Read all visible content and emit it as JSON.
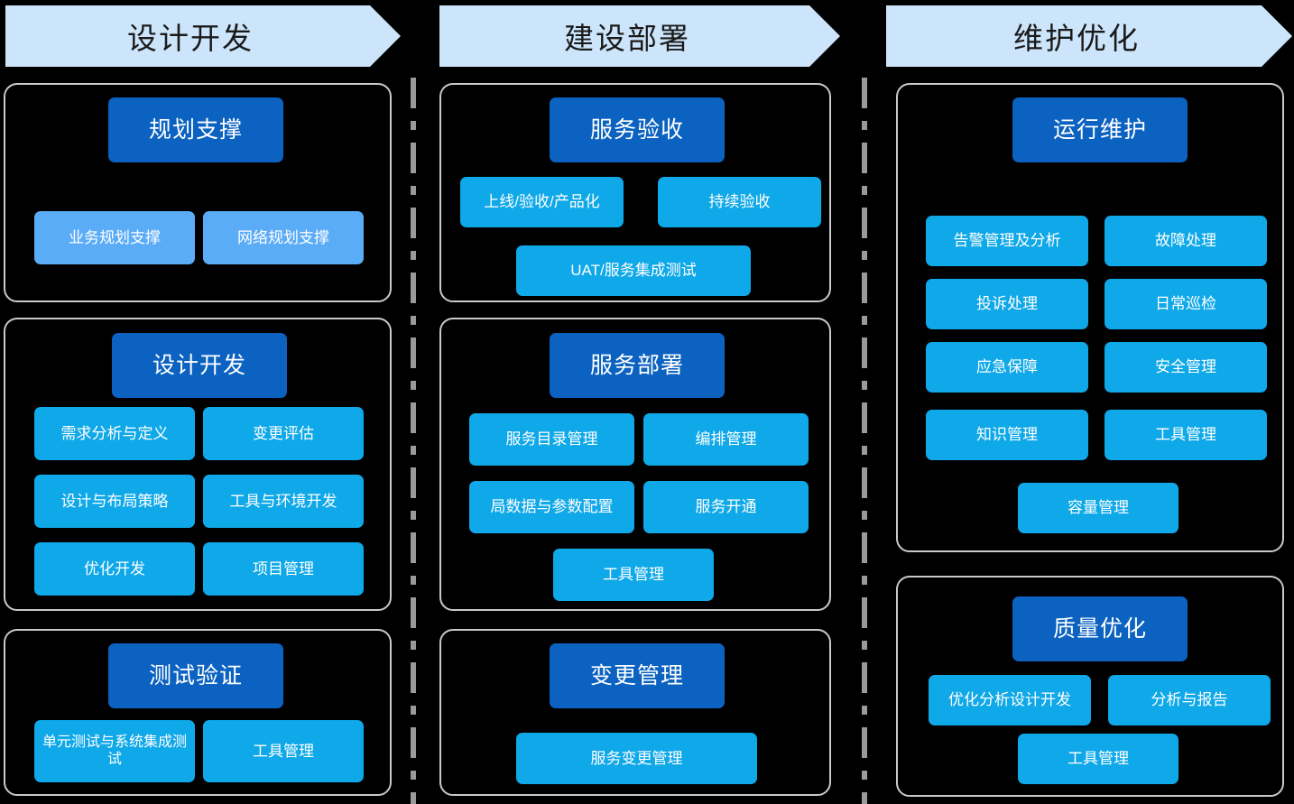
{
  "diagram": {
    "title_bar_color": "#CCE5FB",
    "header_box_color": "#0B62C0",
    "leaf_box_color": "#0FA8E8",
    "leaf_light_box_color": "#5BACF7",
    "panel_border_color": "#C9C9C9",
    "background_color": "#000000"
  },
  "columns": [
    {
      "phase": "设计开发",
      "groups": [
        {
          "title": "规划支撑",
          "items": [
            "业务规划支撑",
            "网络规划支撑"
          ]
        },
        {
          "title": "设计开发",
          "items": [
            "需求分析与定义",
            "变更评估",
            "设计与布局策略",
            "工具与环境开发",
            "优化开发",
            "项目管理"
          ]
        },
        {
          "title": "测试验证",
          "items": [
            "单元测试与系统集成测试",
            "工具管理"
          ]
        }
      ]
    },
    {
      "phase": "建设部署",
      "groups": [
        {
          "title": "服务验收",
          "items": [
            "上线/验收/产品化",
            "持续验收",
            "UAT/服务集成测试"
          ]
        },
        {
          "title": "服务部署",
          "items": [
            "服务目录管理",
            "编排管理",
            "局数据与参数配置",
            "服务开通",
            "工具管理"
          ]
        },
        {
          "title": "变更管理",
          "items": [
            "服务变更管理"
          ]
        }
      ]
    },
    {
      "phase": "维护优化",
      "groups": [
        {
          "title": "运行维护",
          "items": [
            "告警管理及分析",
            "故障处理",
            "投诉处理",
            "日常巡检",
            "应急保障",
            "安全管理",
            "知识管理",
            "工具管理",
            "容量管理"
          ]
        },
        {
          "title": "质量优化",
          "items": [
            "优化分析设计开发",
            "分析与报告",
            "工具管理"
          ]
        }
      ]
    }
  ]
}
